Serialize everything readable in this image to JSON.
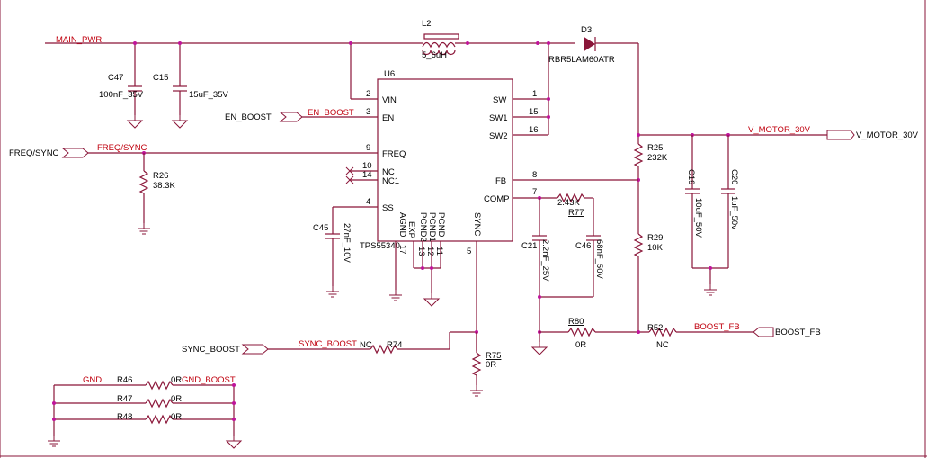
{
  "nets": {
    "main_pwr": "MAIN_PWR",
    "en_boost_wire": "EN_BOOST",
    "freq_sync_wire": "FREQ/SYNC",
    "v_motor_wire": "V_MOTOR_30V",
    "boost_fb_wire": "BOOST_FB",
    "sync_boost_wire": "SYNC_BOOST",
    "gnd": "GND",
    "gnd_boost": "GND_BOOST"
  },
  "ports": {
    "en_boost": "EN_BOOST",
    "freq_sync": "FREQ/SYNC",
    "v_motor": "V_MOTOR_30V",
    "boost_fb": "BOOST_FB",
    "sync_boost": "SYNC_BOOST"
  },
  "ic": {
    "ref": "U6",
    "part": "TPS55340",
    "pins_left": [
      {
        "num": "2",
        "name": "VIN"
      },
      {
        "num": "3",
        "name": "EN"
      },
      {
        "num": "9",
        "name": "FREQ"
      },
      {
        "num": "10",
        "name": "NC"
      },
      {
        "num": "14",
        "name": "NC1"
      },
      {
        "num": "4",
        "name": "SS"
      }
    ],
    "pins_right": [
      {
        "num": "1",
        "name": "SW"
      },
      {
        "num": "15",
        "name": "SW1"
      },
      {
        "num": "16",
        "name": "SW2"
      },
      {
        "num": "8",
        "name": "FB"
      },
      {
        "num": "7",
        "name": "COMP"
      }
    ],
    "pins_bottom": [
      {
        "num": "17",
        "name": "AGND"
      },
      {
        "num": "",
        "name": "EXP"
      },
      {
        "num": "13",
        "name": "PGND2"
      },
      {
        "num": "12",
        "name": "PGND1"
      },
      {
        "num": "11",
        "name": "PGND"
      },
      {
        "num": "5",
        "name": "SYNC"
      }
    ]
  },
  "components": {
    "L2": {
      "ref": "L2",
      "value": "5_6uH"
    },
    "D3": {
      "ref": "D3",
      "value": "RBR5LAM60ATR"
    },
    "C47": {
      "ref": "C47",
      "value": "100nF_35V"
    },
    "C15": {
      "ref": "C15",
      "value": "15uF_35V"
    },
    "R26": {
      "ref": "R26",
      "value": "38.3K"
    },
    "C45": {
      "ref": "C45",
      "value": "27nF_10V"
    },
    "R25": {
      "ref": "R25",
      "value": "232K"
    },
    "R29": {
      "ref": "R29",
      "value": "10K"
    },
    "C19": {
      "ref": "C19",
      "value": "10uF_50V"
    },
    "C20": {
      "ref": "C20",
      "value": "1uF_50v"
    },
    "R77": {
      "ref": "R77",
      "value": "2.43K"
    },
    "C21": {
      "ref": "C21",
      "value": "2.2nF_25V"
    },
    "C46": {
      "ref": "C46",
      "value": "68nF_50V"
    },
    "R80": {
      "ref": "R80",
      "value": "0R"
    },
    "R52": {
      "ref": "R52",
      "value": "NC"
    },
    "R74": {
      "ref": "R74",
      "value": "NC"
    },
    "R75": {
      "ref": "R75",
      "value": "0R"
    },
    "R46": {
      "ref": "R46",
      "value": "0R"
    },
    "R47": {
      "ref": "R47",
      "value": "0R"
    },
    "R48": {
      "ref": "R48",
      "value": "0R"
    }
  }
}
